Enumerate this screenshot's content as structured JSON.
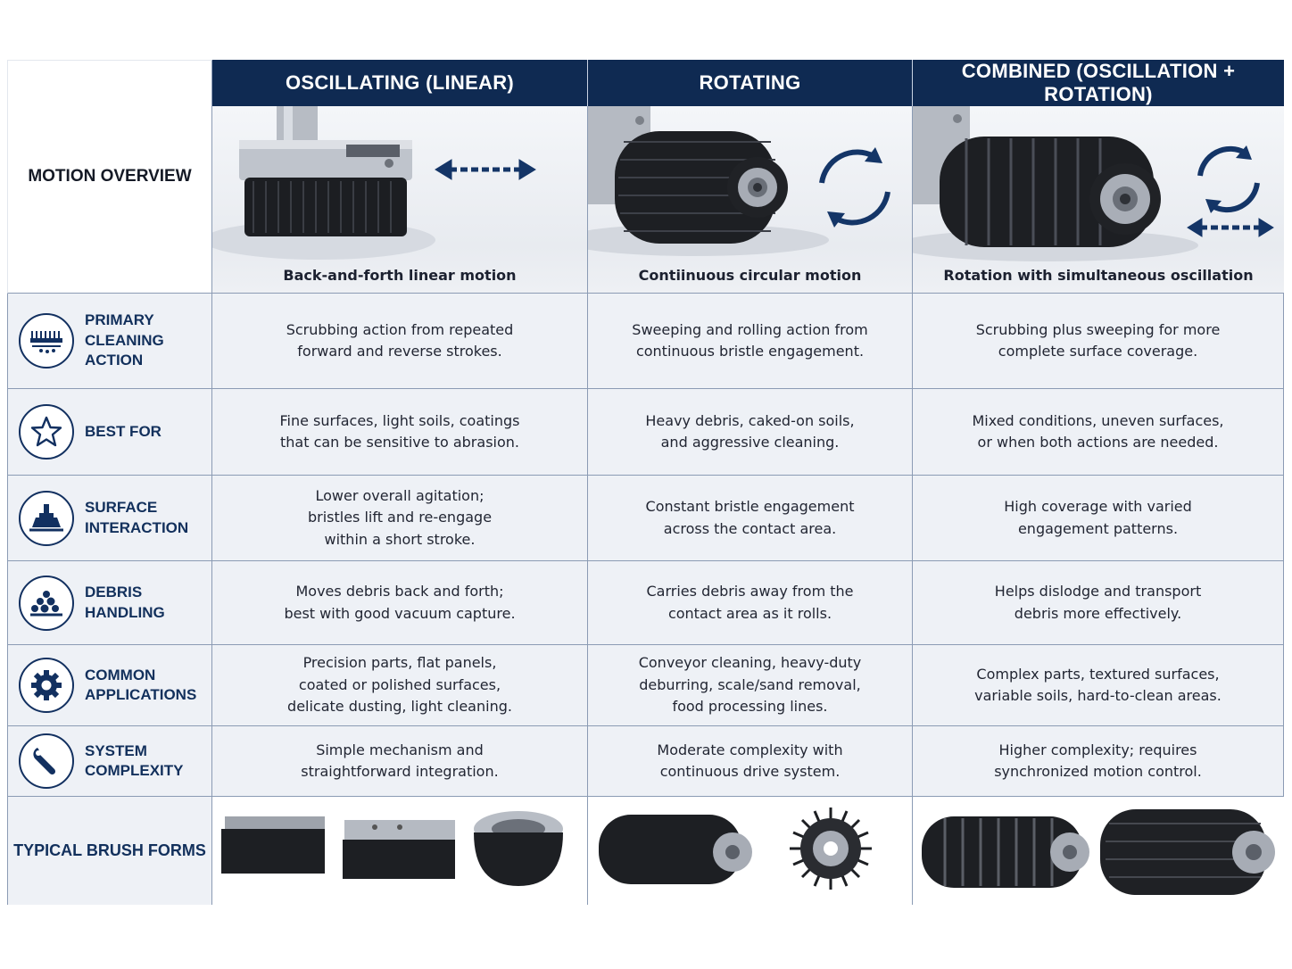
{
  "columns": {
    "oscillating": "OSCILLATING (LINEAR)",
    "rotating": "ROTATING",
    "combined": "COMBINED (OSCILLATION + ROTATION)"
  },
  "motion_overview": {
    "label": "MOTION OVERVIEW",
    "oscillating_caption": "Back-and-forth linear motion",
    "rotating_caption": "Contiinuous circular motion",
    "combined_caption": "Rotation with simultaneous oscillation"
  },
  "rows": [
    {
      "label": "PRIMARY\nCLEANING ACTION",
      "icon": "brush-cleaning-icon",
      "oscillating": "Scrubbing action from repeated\nforward and reverse strokes.",
      "rotating": "Sweeping and rolling action from\ncontinuous bristle engagement.",
      "combined": "Scrubbing plus sweeping for more\ncomplete surface coverage."
    },
    {
      "label": "BEST FOR",
      "icon": "star-icon",
      "oscillating": "Fine surfaces, light soils, coatings\nthat can be sensitive to abrasion.",
      "rotating": "Heavy debris, caked-on soils,\nand aggressive cleaning.",
      "combined": "Mixed conditions, uneven surfaces,\nor when both actions are needed."
    },
    {
      "label": "SURFACE\nINTERACTION",
      "icon": "broom-surface-icon",
      "oscillating": "Lower overall agitation;\nbristles lift and re-engage\nwithin a short stroke.",
      "rotating": "Constant bristle engagement\nacross the contact area.",
      "combined": "High coverage with varied\nengagement patterns."
    },
    {
      "label": "DEBRIS HANDLING",
      "icon": "debris-pile-icon",
      "oscillating": "Moves debris back and forth;\nbest with good vacuum capture.",
      "rotating": "Carries debris away from the\ncontact area as it rolls.",
      "combined": "Helps dislodge and transport\ndebris more effectively."
    },
    {
      "label": "COMMON\nAPPLICATIONS",
      "icon": "gear-icon",
      "oscillating": "Precision parts, flat panels,\ncoated or polished surfaces,\ndelicate dusting, light cleaning.",
      "rotating": "Conveyor cleaning, heavy-duty\ndeburring, scale/sand removal,\nfood processing lines.",
      "combined": "Complex parts, textured surfaces,\nvariable soils, hard-to-clean areas."
    },
    {
      "label": "SYSTEM\nCOMPLEXITY",
      "icon": "wrench-icon",
      "oscillating": "Simple mechanism and\nstraightforward integration.",
      "rotating": "Moderate complexity with\ncontinuous drive system.",
      "combined": "Higher complexity; requires\nsynchronized motion control."
    }
  ],
  "typical_brush_forms": {
    "label": "TYPICAL BRUSH FORMS"
  },
  "colors": {
    "header_bg": "#0f2a52",
    "accent": "#12305c",
    "cell_bg": "#eef1f6",
    "grid_line": "#8b9bb4"
  }
}
